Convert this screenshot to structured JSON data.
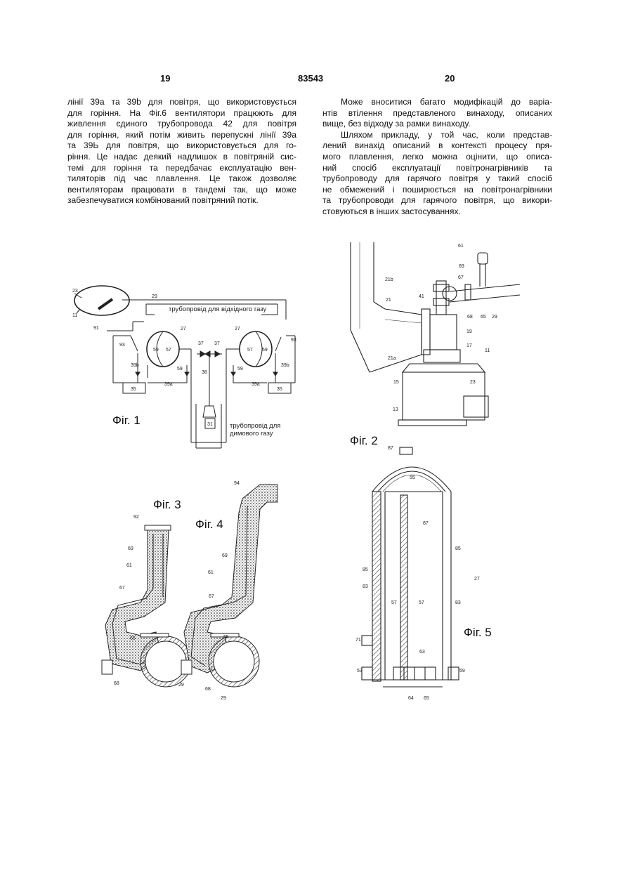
{
  "header": {
    "left_page": "19",
    "patent_number": "83543",
    "right_page": "20"
  },
  "left_column": [
    [
      "лінії 39а та 39b для повітря, що використовується",
      "для горіння. На Фіг.6 вентилятори працюють для",
      "живлення єдиного трубопровода 42 для повітря",
      "для горіння, який потім живить перепускні лінії 39а",
      "та 39Ь для повітря, що використовується для го-",
      "ріння. Це надає деякий надлишок в повітряній сис-",
      "темі для горіння та передбачає експлуатацію вен-",
      "тиляторів під час плавлення. Це також дозволяє",
      "вентиляторам працювати в тандемі так, що може",
      "забезпечуватися комбінований повітряний потік."
    ]
  ],
  "right_column": [
    [
      "Може вноситися багато модифікацій до варіа-",
      "нтів втілення представленого винаходу, описаних",
      "вище, без відходу за рамки винаходу."
    ],
    [
      "Шляхом прикладу, у той час, коли представ-",
      "лений винахід описаний в контексті процесу пря-",
      "мого плавлення, легко можна оцінити, що описа-",
      "ний спосіб експлуатації повітронагрівників та",
      "трубопроводу для гарячого повітря у такий спосіб",
      "не обмежений і поширюється на повітронагрівники",
      "та трубопроводи для гарячого повітря, що викори-",
      "стовуються в інших застосуваннях."
    ]
  ],
  "figures": {
    "fig1": {
      "caption": "Фіг. 1",
      "pipe_exhaust": "трубопровід для відхідного газу",
      "pipe_flue_1": "трубопровід для",
      "pipe_flue_2": "димового газу",
      "labels": [
        "23",
        "11",
        "29",
        "91",
        "93",
        "39b",
        "59",
        "57",
        "27",
        "37",
        "37",
        "27",
        "57",
        "59",
        "93",
        "39b",
        "35",
        "39a",
        "38",
        "39a",
        "35",
        "31",
        "59",
        "59"
      ]
    },
    "fig2": {
      "caption": "Фіг. 2",
      "labels": [
        "61",
        "69",
        "67",
        "21b",
        "41",
        "65",
        "29",
        "68",
        "21",
        "19",
        "17",
        "11",
        "21a",
        "15",
        "23",
        "13"
      ]
    },
    "fig3": {
      "caption": "Фіг. 3",
      "labels": [
        "92",
        "69",
        "61",
        "67",
        "65",
        "68",
        "29"
      ]
    },
    "fig4": {
      "caption": "Фіг. 4",
      "labels": [
        "94",
        "69",
        "61",
        "67",
        "65",
        "68",
        "29"
      ]
    },
    "fig5": {
      "caption": "Фіг. 5",
      "labels": [
        "87",
        "55",
        "87",
        "85",
        "85",
        "27",
        "83",
        "83",
        "57",
        "57",
        "71",
        "63",
        "53",
        "59",
        "64",
        "65"
      ]
    }
  }
}
